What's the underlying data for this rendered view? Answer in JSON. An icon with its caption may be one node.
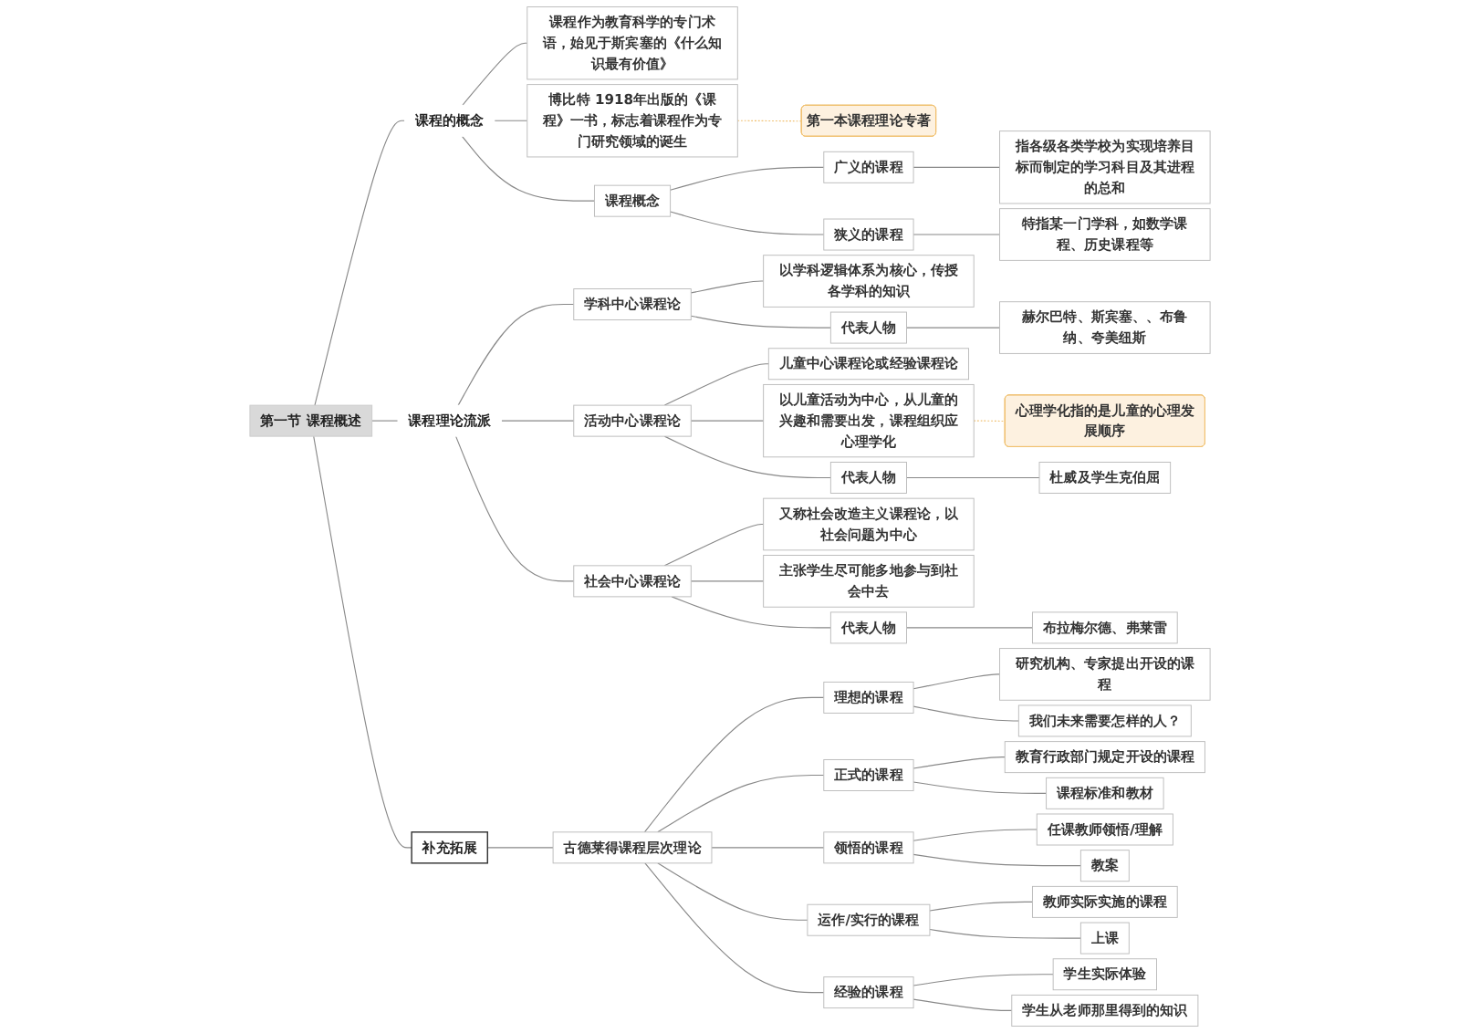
{
  "diagram": {
    "nodes": [
      {
        "text": [
          "第一节 课程概述"
        ]
      },
      {
        "text": [
          "课程的概念"
        ]
      },
      {
        "text": [
          "课程作为教育科学的专门术语，始见于斯宾塞的《什么知识最有价值》"
        ]
      },
      {
        "text": [
          "博比特 1918年出版的《课程》一书，标志着课程作为专门研究领域的诞生"
        ]
      },
      {
        "text": [
          "第一本课程理论专著"
        ]
      },
      {
        "text": [
          "课程概念"
        ]
      },
      {
        "text": [
          "广义的课程"
        ]
      },
      {
        "text": [
          "指各级各类学校为实现培养目标而制定的学习科目及其进程的总和"
        ]
      },
      {
        "text": [
          "狭义的课程"
        ]
      },
      {
        "text": [
          "特指某一门学科，如数学课程、历史课程等"
        ]
      },
      {
        "text": [
          "课程理论流派"
        ]
      },
      {
        "text": [
          "学科中心课程论"
        ]
      },
      {
        "text": [
          "以学科逻辑体系为核心，传授各学科的知识"
        ]
      },
      {
        "text": [
          "代表人物"
        ]
      },
      {
        "text": [
          "赫尔巴特、斯宾塞、、布鲁纳、夸美纽斯"
        ]
      },
      {
        "text": [
          "活动中心课程论"
        ]
      },
      {
        "text": [
          "儿童中心课程论或经验课程论"
        ]
      },
      {
        "text": [
          "以儿童活动为中心，从儿童的兴趣和需要出发，课程组织应心理学化"
        ]
      },
      {
        "text": [
          "心理学化指的是儿童的心理发展顺序"
        ]
      },
      {
        "text": [
          "代表人物"
        ]
      },
      {
        "text": [
          "杜威及学生克伯屈"
        ]
      },
      {
        "text": [
          "社会中心课程论"
        ]
      },
      {
        "text": [
          "又称社会改造主义课程论，以社会问题为中心"
        ]
      },
      {
        "text": [
          "主张学生尽可能多地参与到社会中去"
        ]
      },
      {
        "text": [
          "代表人物"
        ]
      },
      {
        "text": [
          "布拉梅尔德、弗莱雷"
        ]
      },
      {
        "text": [
          "补充拓展"
        ]
      },
      {
        "text": [
          "古德莱得课程层次理论"
        ]
      },
      {
        "text": [
          "理想的课程"
        ]
      },
      {
        "text": [
          "研究机构、专家提出开设的课程"
        ]
      },
      {
        "text": [
          "我们未来需要怎样的人？"
        ]
      },
      {
        "text": [
          "正式的课程"
        ]
      },
      {
        "text": [
          "教育行政部门规定开设的课程"
        ]
      },
      {
        "text": [
          "课程标准和教材"
        ]
      },
      {
        "text": [
          "领悟的课程"
        ]
      },
      {
        "text": [
          "任课教师领悟/理解"
        ]
      },
      {
        "text": [
          "教案"
        ]
      },
      {
        "text": [
          "运作/实行的课程"
        ]
      },
      {
        "text": [
          "教师实际实施的课程"
        ]
      },
      {
        "text": [
          "上课"
        ]
      },
      {
        "text": [
          "经验的课程"
        ]
      },
      {
        "text": [
          "学生实际体验"
        ]
      },
      {
        "text": [
          "学生从老师那里得到的知识"
        ]
      }
    ],
    "edges": [
      {
        "from": 0,
        "to": 1,
        "arrow": "none"
      },
      {
        "from": 1,
        "to": 2,
        "arrow": "none"
      },
      {
        "from": 1,
        "to": 3,
        "arrow": "none"
      },
      {
        "from": 3,
        "to": 4,
        "arrow": "none",
        "style": "dashed",
        "color": "#f0c070"
      },
      {
        "from": 1,
        "to": 5,
        "arrow": "none"
      },
      {
        "from": 5,
        "to": 6,
        "arrow": "none"
      },
      {
        "from": 6,
        "to": 7,
        "arrow": "none"
      },
      {
        "from": 5,
        "to": 8,
        "arrow": "none"
      },
      {
        "from": 8,
        "to": 9,
        "arrow": "none"
      },
      {
        "from": 0,
        "to": 10,
        "arrow": "none"
      },
      {
        "from": 10,
        "to": 11,
        "arrow": "none"
      },
      {
        "from": 11,
        "to": 12,
        "arrow": "none"
      },
      {
        "from": 11,
        "to": 13,
        "arrow": "none"
      },
      {
        "from": 13,
        "to": 14,
        "arrow": "none"
      },
      {
        "from": 10,
        "to": 15,
        "arrow": "none"
      },
      {
        "from": 15,
        "to": 16,
        "arrow": "none"
      },
      {
        "from": 15,
        "to": 17,
        "arrow": "none"
      },
      {
        "from": 17,
        "to": 18,
        "arrow": "none",
        "style": "dashed",
        "color": "#f0c070"
      },
      {
        "from": 15,
        "to": 19,
        "arrow": "none"
      },
      {
        "from": 19,
        "to": 20,
        "arrow": "none"
      },
      {
        "from": 10,
        "to": 21,
        "arrow": "none"
      },
      {
        "from": 21,
        "to": 22,
        "arrow": "none"
      },
      {
        "from": 21,
        "to": 23,
        "arrow": "none"
      },
      {
        "from": 21,
        "to": 24,
        "arrow": "none"
      },
      {
        "from": 24,
        "to": 25,
        "arrow": "none"
      },
      {
        "from": 0,
        "to": 26,
        "arrow": "none"
      },
      {
        "from": 26,
        "to": 27,
        "arrow": "none"
      },
      {
        "from": 27,
        "to": 28,
        "arrow": "none"
      },
      {
        "from": 28,
        "to": 29,
        "arrow": "none"
      },
      {
        "from": 28,
        "to": 30,
        "arrow": "none"
      },
      {
        "from": 27,
        "to": 31,
        "arrow": "none"
      },
      {
        "from": 31,
        "to": 32,
        "arrow": "none"
      },
      {
        "from": 31,
        "to": 33,
        "arrow": "none"
      },
      {
        "from": 27,
        "to": 34,
        "arrow": "none"
      },
      {
        "from": 34,
        "to": 35,
        "arrow": "none"
      },
      {
        "from": 34,
        "to": 36,
        "arrow": "none"
      },
      {
        "from": 27,
        "to": 37,
        "arrow": "none"
      },
      {
        "from": 37,
        "to": 38,
        "arrow": "none"
      },
      {
        "from": 37,
        "to": 39,
        "arrow": "none"
      },
      {
        "from": 27,
        "to": 40,
        "arrow": "none"
      },
      {
        "from": 40,
        "to": 41,
        "arrow": "none"
      },
      {
        "from": 40,
        "to": 42,
        "arrow": "none"
      }
    ]
  }
}
